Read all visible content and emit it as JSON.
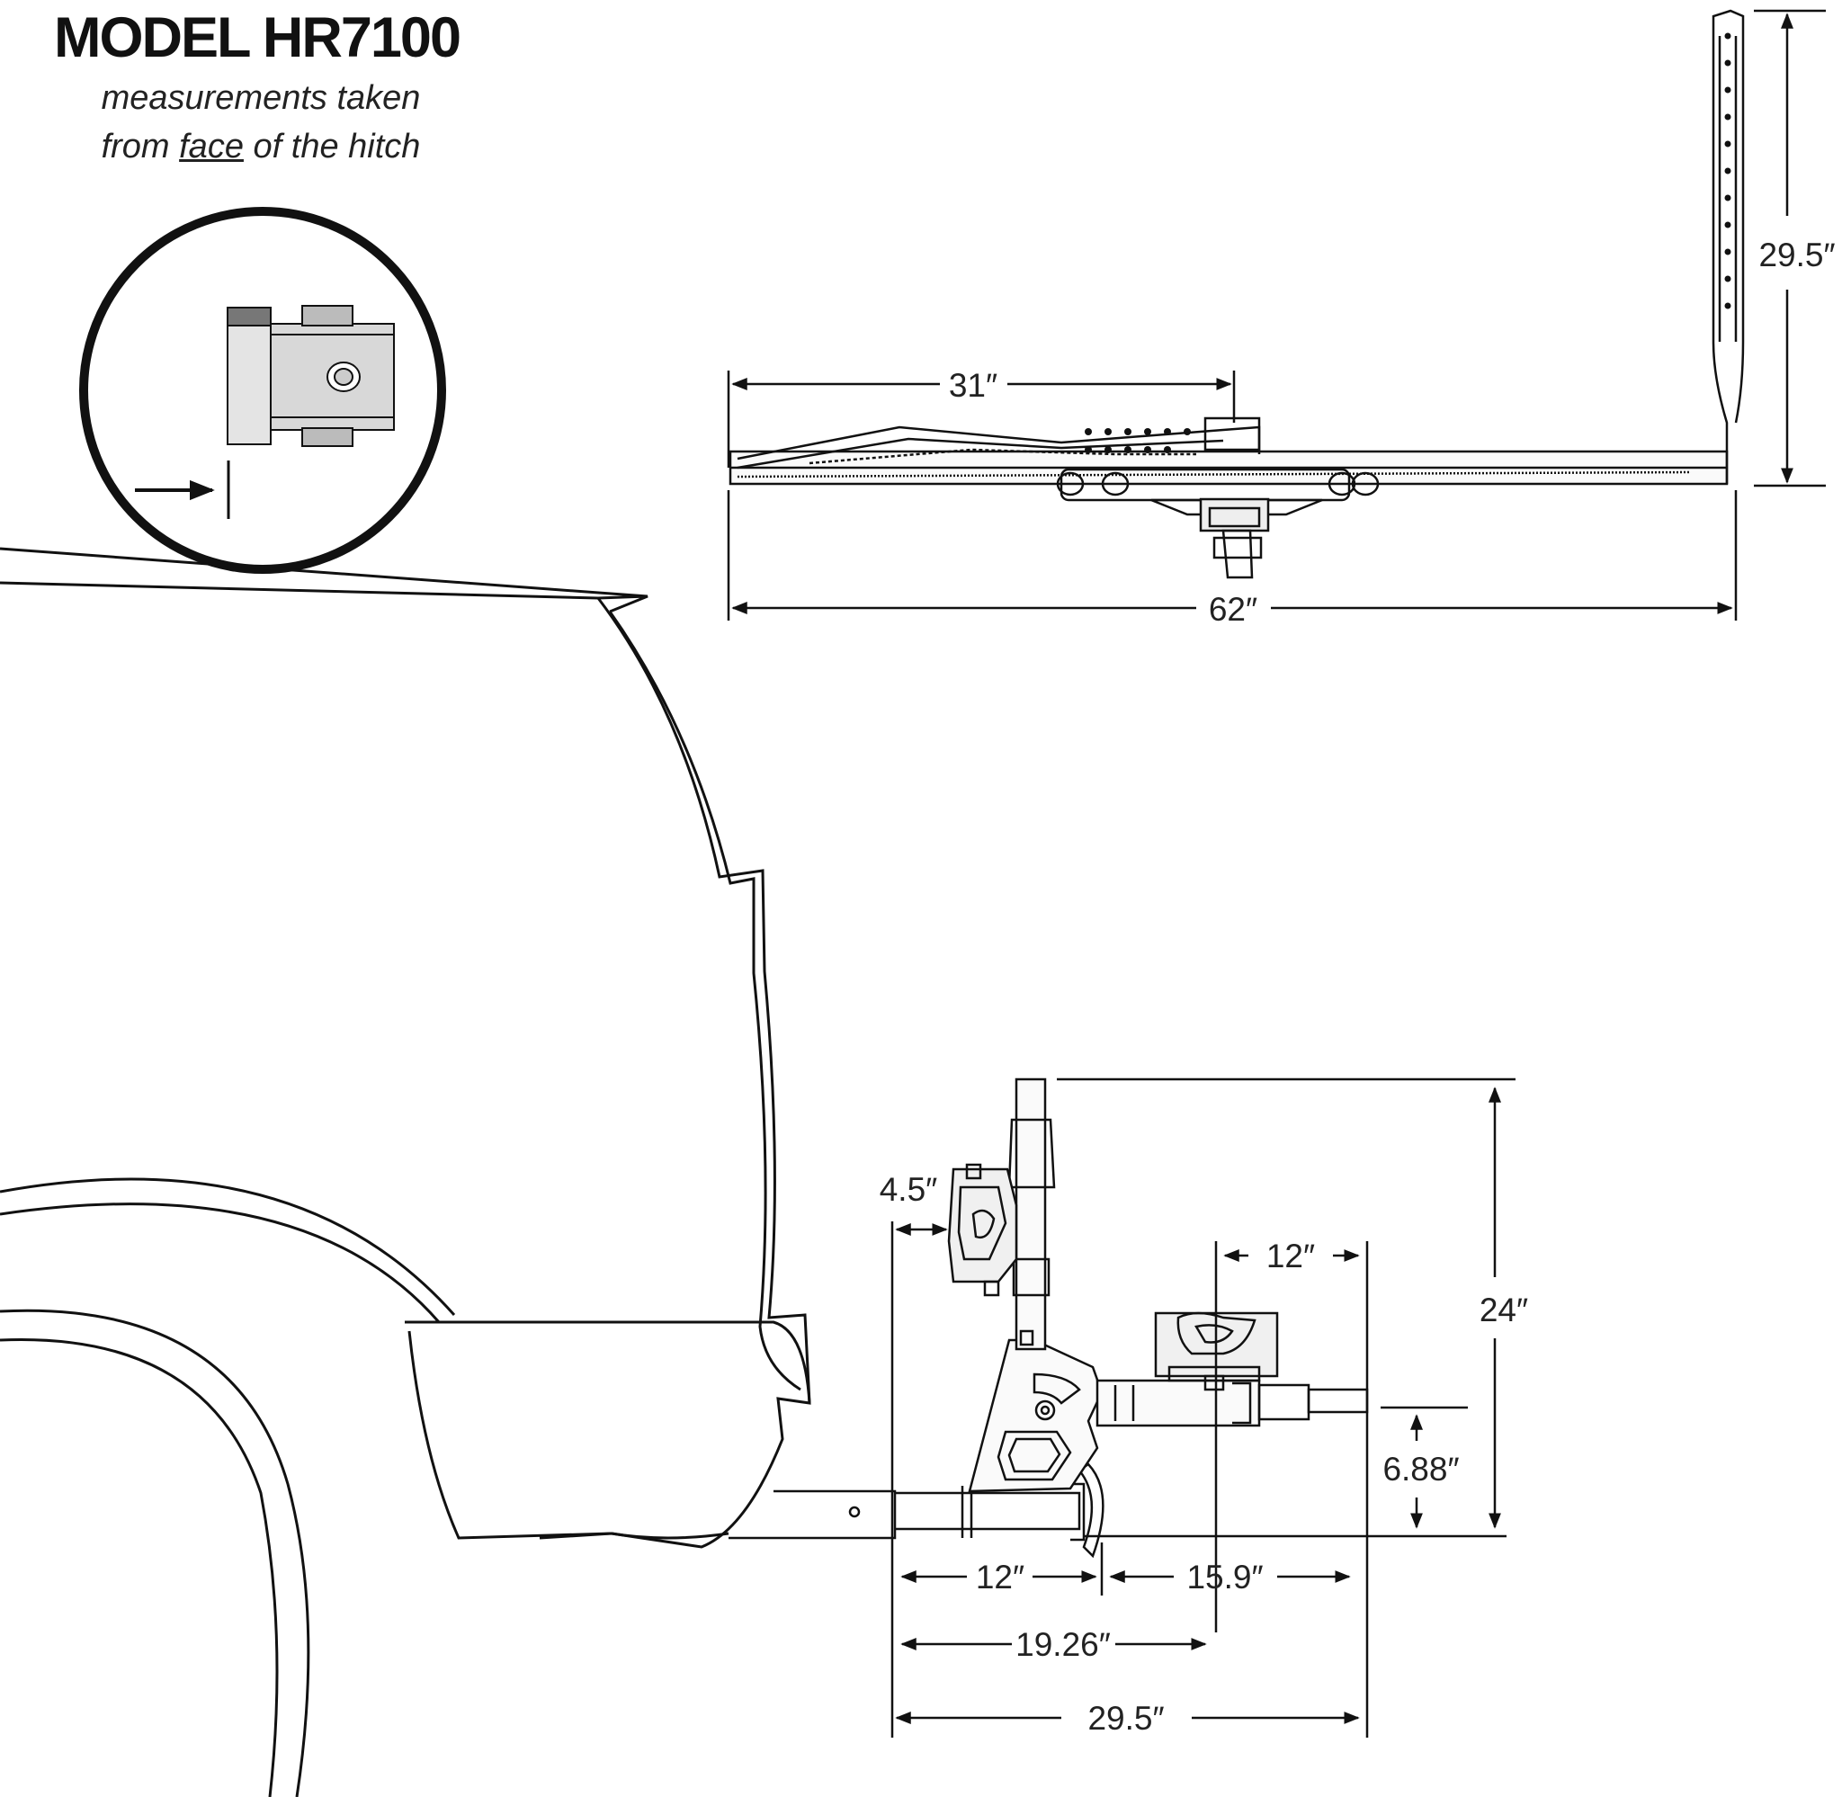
{
  "header": {
    "model": "MODEL HR7100",
    "note_line1": "measurements taken",
    "note_line2_pre": "from ",
    "note_line2_underlined": "face",
    "note_line2_post": " of the hitch"
  },
  "top_view": {
    "dim_31": "31″",
    "dim_62": "62″",
    "dim_29_5_height": "29.5″"
  },
  "side_view": {
    "dim_4_5": "4.5″",
    "dim_12_top": "12″",
    "dim_24": "24″",
    "dim_6_88": "6.88″",
    "dim_12_bottom": "12″",
    "dim_15_9": "15.9″",
    "dim_19_26": "19.26″",
    "dim_29_5_length": "29.5″"
  },
  "colors": {
    "line": "#111111",
    "background": "#ffffff"
  }
}
